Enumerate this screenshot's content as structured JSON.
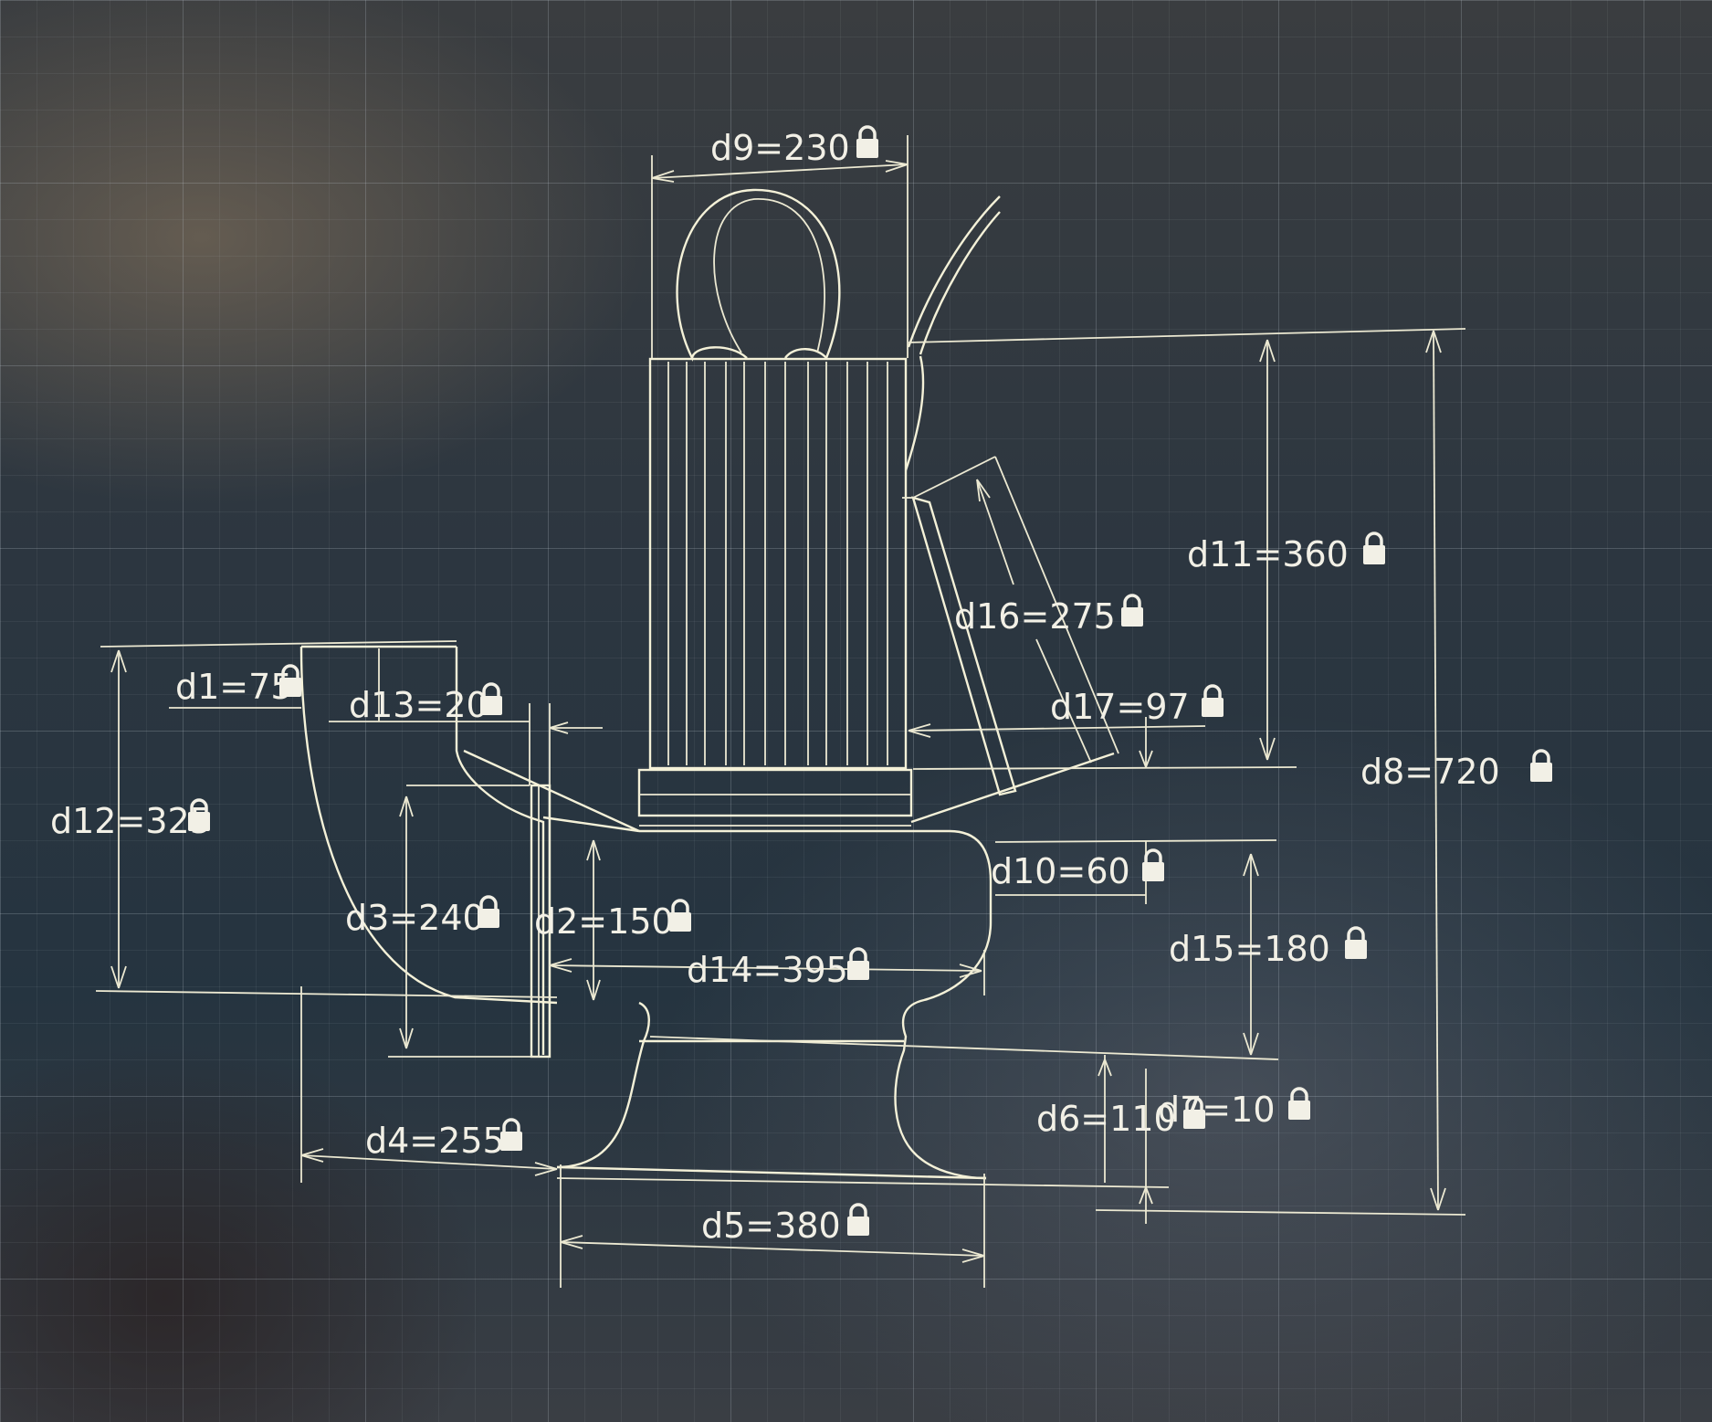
{
  "colors": {
    "line": "#f4f1d8",
    "text": "#f2f0e6",
    "background": "#2a3540"
  },
  "icons": {
    "dimension_lock": "lock-icon"
  },
  "dimensions": {
    "d1": "d1=75",
    "d2": "d2=150",
    "d3": "d3=240",
    "d4": "d4=255",
    "d5": "d5=380",
    "d6": "d6=110",
    "d7": "d7=10",
    "d8": "d8=720",
    "d9": "d9=230",
    "d10": "d10=60",
    "d11": "d11=360",
    "d12": "d12=325",
    "d13": "d13=20",
    "d14": "d14=395",
    "d15": "d15=180",
    "d16": "d16=275",
    "d17": "d17=97"
  }
}
